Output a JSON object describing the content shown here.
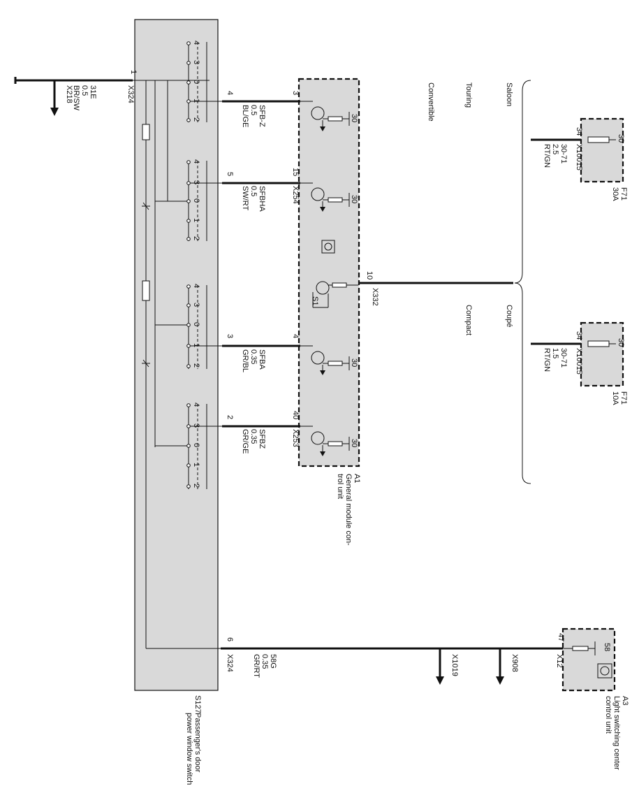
{
  "s127": {
    "ref": "S127",
    "name_line1": "Passenger's door",
    "name_line2": "power window switch",
    "contacts": [
      "4",
      "3",
      "0",
      "1",
      "2"
    ]
  },
  "a1": {
    "ref": "A1",
    "name_line1": "General module con-",
    "name_line2": "trol unit",
    "supply": "30",
    "s1": "S1"
  },
  "a3": {
    "ref": "A3",
    "name_line1": "Light switching center",
    "name_line2": "control unit",
    "supply": "58",
    "pin": "47",
    "connector": "X12"
  },
  "fuse_top": {
    "ref": "F71",
    "rating": "30A",
    "terminal": "30",
    "pin": "34",
    "connector": "X10015",
    "wire_circuit": "30-71",
    "wire_size": "2.5",
    "wire_color": "RT/GN"
  },
  "fuse_bottom": {
    "ref": "F71",
    "rating": "10A",
    "terminal": "30",
    "pin": "34",
    "connector": "X10015",
    "wire_circuit": "30-71",
    "wire_size": "1.5",
    "wire_color": "RT/GN"
  },
  "ground_wire": {
    "pin": "1",
    "connector": "X324",
    "circuit": "31E",
    "size": "0.5",
    "color": "BR/SW",
    "ground": "X218"
  },
  "bottom_wire": {
    "pin": "6",
    "connector": "X324",
    "circuit": "58G",
    "size": "0.35",
    "color": "GR/RT",
    "splice1": "X1019",
    "splice2": "X908"
  },
  "signal_wires": [
    {
      "s127_pin": "4",
      "a1_pin": "3",
      "circuit": "SFB-Z",
      "size": "0.5",
      "color": "BL/GE",
      "connector": ""
    },
    {
      "s127_pin": "5",
      "a1_pin": "15",
      "circuit": "SFBHA",
      "size": "0.5",
      "color": "SW/RT",
      "connector": "X254"
    },
    {
      "s127_pin": "3",
      "a1_pin": "4",
      "circuit": "SFBA",
      "size": "0.35",
      "color": "GR/BL",
      "connector": ""
    },
    {
      "s127_pin": "2",
      "a1_pin": "40",
      "circuit": "SFBZ",
      "size": "0.35",
      "color": "GR/GE",
      "connector": "X253"
    }
  ],
  "supply_wire": {
    "pin": "10",
    "connector": "X332"
  },
  "models": {
    "group1": [
      "Saloon",
      "Touring",
      "Convertible"
    ],
    "group2": [
      "Coupé",
      "Compact"
    ]
  }
}
